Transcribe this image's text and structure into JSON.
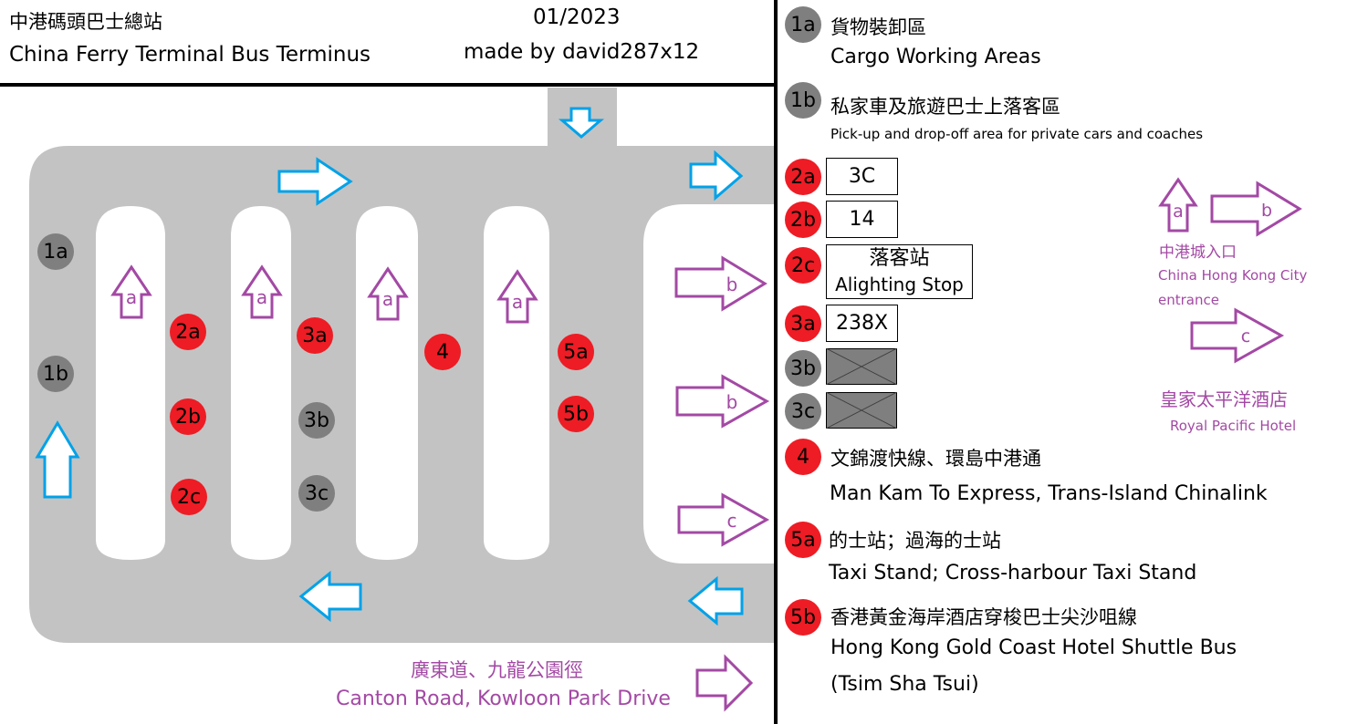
{
  "header": {
    "title_zh": "中港碼頭巴士總站",
    "title_en": "China Ferry Terminal Bus Terminus",
    "date": "01/2023",
    "credit": "made by david287x12"
  },
  "map": {
    "lane_arrow_labels": {
      "a": "a",
      "b": "b",
      "c": "c"
    },
    "stops": {
      "s1a": "1a",
      "s1b": "1b",
      "s2a": "2a",
      "s2b": "2b",
      "s2c": "2c",
      "s3a": "3a",
      "s3b": "3b",
      "s3c": "3c",
      "s4": "4",
      "s5a": "5a",
      "s5b": "5b"
    },
    "exit_zh": "廣東道、九龍公園徑",
    "exit_en": "Canton Road, Kowloon Park Drive"
  },
  "legend": {
    "l1a": {
      "code": "1a",
      "zh": "貨物裝卸區",
      "en": "Cargo Working Areas"
    },
    "l1b": {
      "code": "1b",
      "zh": "私家車及旅遊巴士上落客區",
      "en": "Pick-up and drop-off area for private cars and coaches"
    },
    "l2a": {
      "code": "2a",
      "route": "3C"
    },
    "l2b": {
      "code": "2b",
      "route": "14"
    },
    "l2c": {
      "code": "2c",
      "route_zh": "落客站",
      "route_en": "Alighting Stop"
    },
    "l3a": {
      "code": "3a",
      "route": "238X"
    },
    "l3b": {
      "code": "3b"
    },
    "l3c": {
      "code": "3c"
    },
    "l4": {
      "code": "4",
      "zh": "文錦渡快線、環島中港通",
      "en": "Man Kam To Express, Trans-Island Chinalink"
    },
    "l5a": {
      "code": "5a",
      "zh": "的士站；過海的士站",
      "en": "Taxi Stand; Cross-harbour Taxi Stand"
    },
    "l5b": {
      "code": "5b",
      "zh": "香港黃金海岸酒店穿梭巴士尖沙咀線",
      "en1": "Hong Kong Gold Coast Hotel Shuttle Bus",
      "en2": "(Tsim Sha Tsui)"
    },
    "arrow_key": {
      "a": "a",
      "b": "b",
      "c": "c",
      "ab_zh": "中港城入口",
      "ab_en1": "China Hong Kong City",
      "ab_en2": "entrance",
      "c_zh": "皇家太平洋酒店",
      "c_en": "Royal Pacific Hotel"
    }
  },
  "colors": {
    "road": "#c3c3c3",
    "stop_red": "#ee1c24",
    "stop_grey": "#7f7f7f",
    "traffic_arrow": "#00a2e8",
    "walk_arrow": "#a349a4",
    "divider": "#000000"
  }
}
